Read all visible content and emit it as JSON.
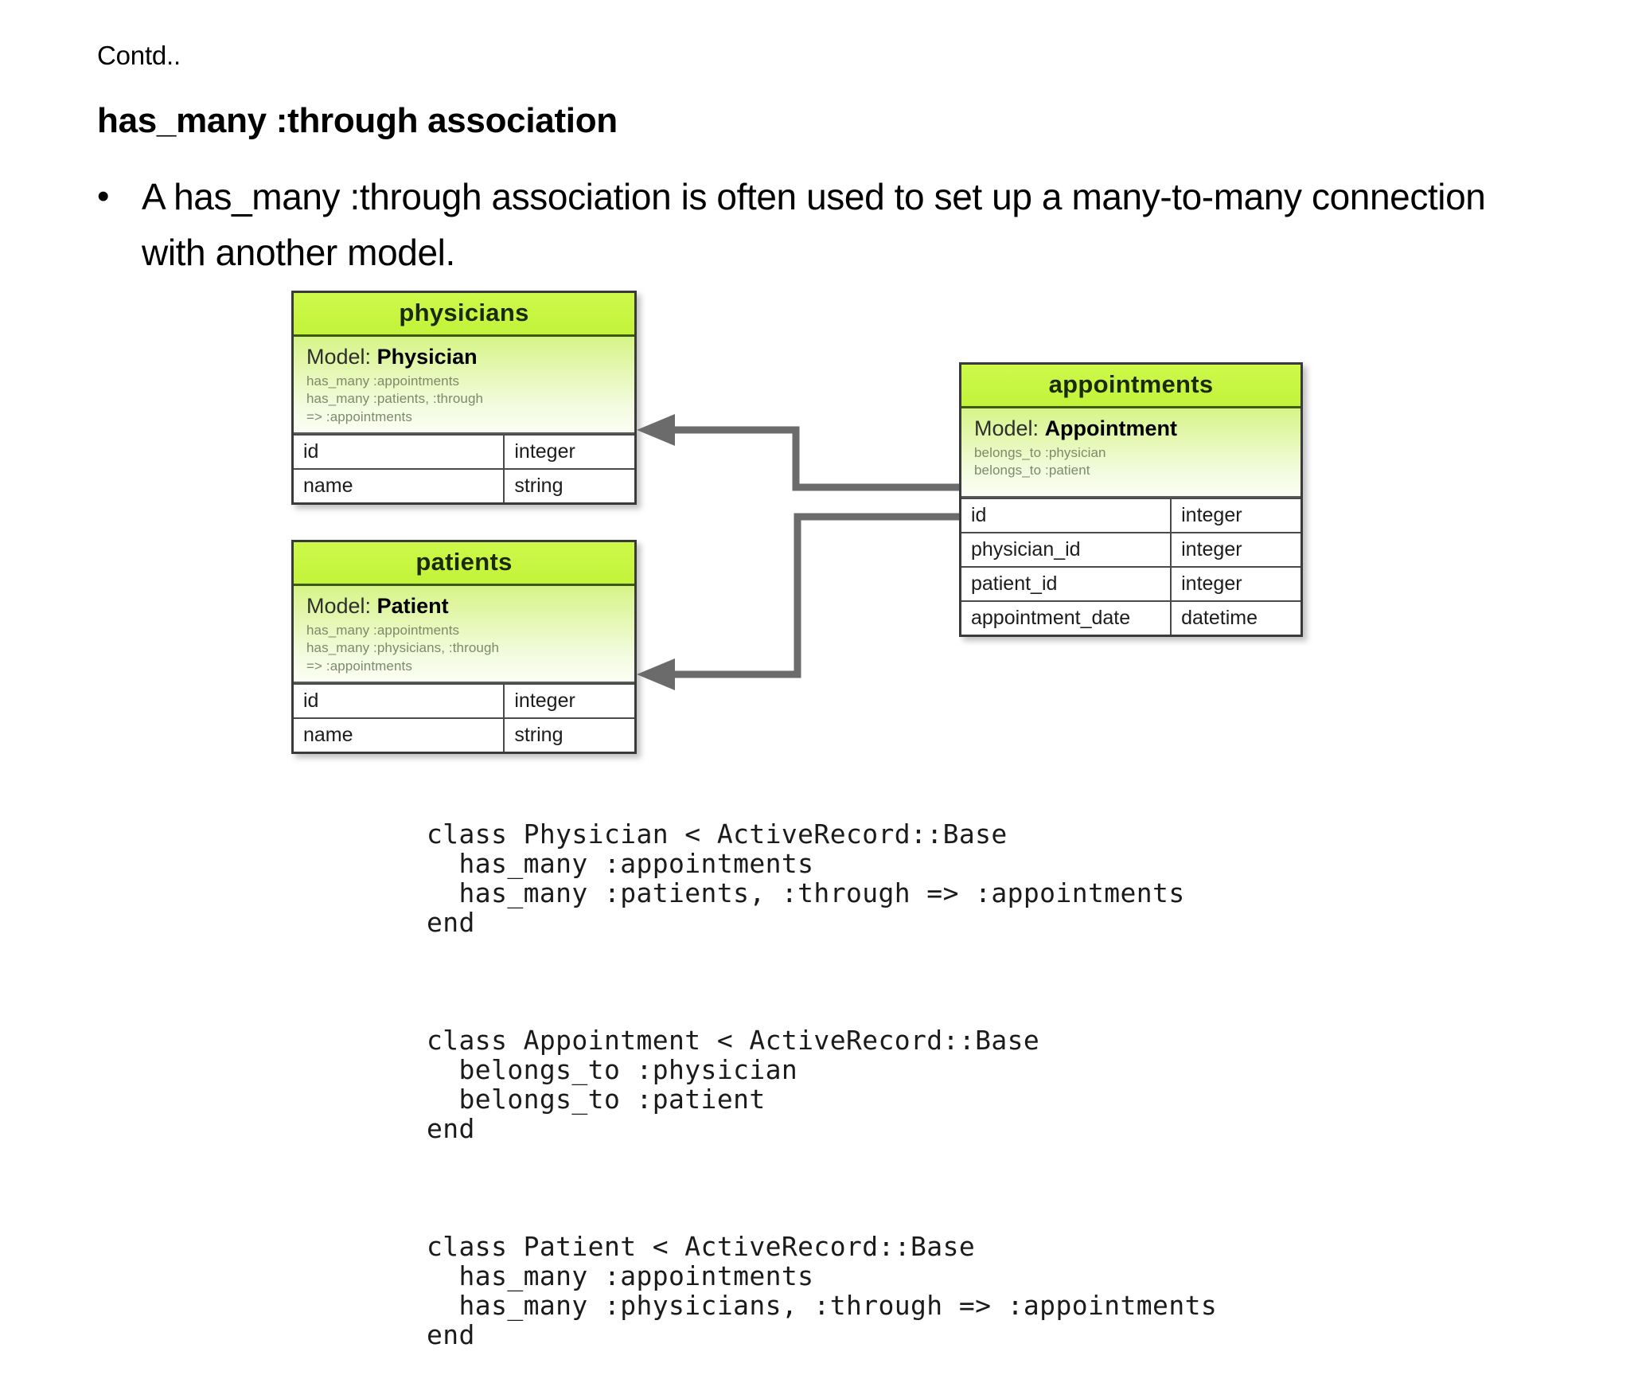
{
  "slide": {
    "contd": "Contd..",
    "title": "has_many :through association",
    "bullet_marker": "•",
    "bullet_text": "A has_many :through association is often used to set up a many-to-many connection with another model."
  },
  "diagram": {
    "type": "entity-relationship",
    "accent_header_color": "#c5f53c",
    "accent_body_color": "#e8f8c0",
    "connector_color": "#6b6b6b",
    "tables": [
      {
        "id": "physicians",
        "title": "physicians",
        "model_label": "Model:",
        "model_name": "Physician",
        "associations": [
          "has_many :appointments",
          "has_many :patients, :through",
          "=> :appointments"
        ],
        "columns": [
          {
            "name": "id",
            "type": "integer"
          },
          {
            "name": "name",
            "type": "string"
          }
        ]
      },
      {
        "id": "patients",
        "title": "patients",
        "model_label": "Model:",
        "model_name": "Patient",
        "associations": [
          "has_many :appointments",
          "has_many :physicians, :through",
          "=> :appointments"
        ],
        "columns": [
          {
            "name": "id",
            "type": "integer"
          },
          {
            "name": "name",
            "type": "string"
          }
        ]
      },
      {
        "id": "appointments",
        "title": "appointments",
        "model_label": "Model:",
        "model_name": "Appointment",
        "associations": [
          "belongs_to :physician",
          "belongs_to :patient"
        ],
        "columns": [
          {
            "name": "id",
            "type": "integer"
          },
          {
            "name": "physician_id",
            "type": "integer"
          },
          {
            "name": "patient_id",
            "type": "integer"
          },
          {
            "name": "appointment_date",
            "type": "datetime"
          }
        ]
      }
    ],
    "relations": [
      {
        "from": "appointments.physician_id",
        "to": "physicians"
      },
      {
        "from": "appointments.patient_id",
        "to": "patients"
      }
    ]
  },
  "code": {
    "blocks": [
      "class Physician < ActiveRecord::Base\n  has_many :appointments\n  has_many :patients, :through => :appointments\nend",
      "class Appointment < ActiveRecord::Base\n  belongs_to :physician\n  belongs_to :patient\nend",
      "class Patient < ActiveRecord::Base\n  has_many :appointments\n  has_many :physicians, :through => :appointments\nend"
    ]
  }
}
